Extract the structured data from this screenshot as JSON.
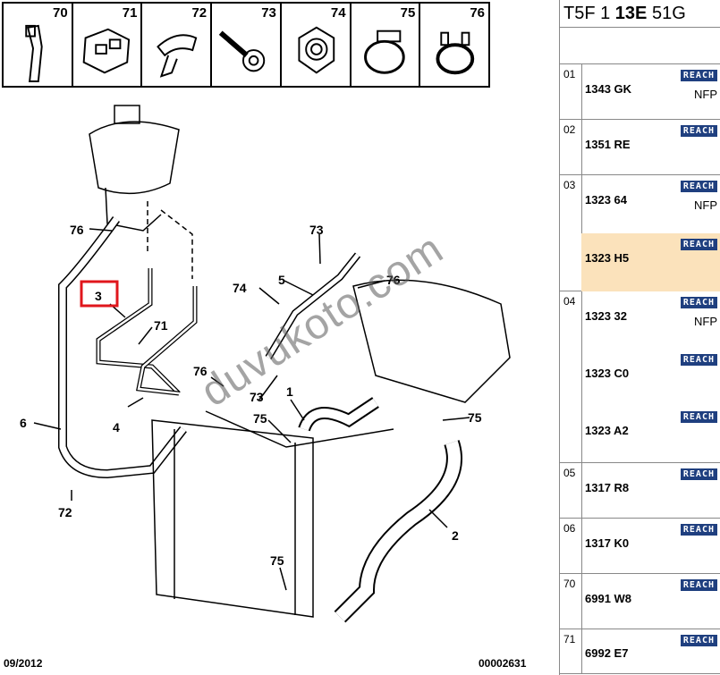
{
  "strip": [
    {
      "num": "70",
      "icon": "clip-icon"
    },
    {
      "num": "71",
      "icon": "bracket-icon"
    },
    {
      "num": "72",
      "icon": "hose-clip-icon"
    },
    {
      "num": "73",
      "icon": "bolt-icon"
    },
    {
      "num": "74",
      "icon": "nut-icon"
    },
    {
      "num": "75",
      "icon": "clamp-icon"
    },
    {
      "num": "76",
      "icon": "spring-clamp-icon"
    }
  ],
  "callouts": [
    "76",
    "3",
    "71",
    "4",
    "6",
    "72",
    "74",
    "5",
    "73",
    "76",
    "76",
    "73",
    "75",
    "1",
    "75",
    "2",
    "75"
  ],
  "footer_left": "09/2012",
  "footer_right": "00002631",
  "watermark": "duvukoto.com",
  "panel": {
    "head_a": "T5F 1 ",
    "head_b": "13E",
    "head_c": " 51G",
    "reach": "REACH",
    "nfp": "NFP",
    "groups": [
      {
        "num": "01",
        "entries": [
          {
            "ref": "1343 GK",
            "nfp": true
          }
        ]
      },
      {
        "num": "02",
        "entries": [
          {
            "ref": "1351 RE",
            "nfp": false
          }
        ]
      },
      {
        "num": "03",
        "entries": [
          {
            "ref": "1323 64",
            "nfp": true
          },
          {
            "ref": "1323 H5",
            "nfp": false
          }
        ]
      },
      {
        "num": "04",
        "entries": [
          {
            "ref": "1323 32",
            "nfp": true
          },
          {
            "ref": "1323 C0",
            "nfp": false
          },
          {
            "ref": "1323 A2",
            "nfp": false
          }
        ]
      },
      {
        "num": "05",
        "entries": [
          {
            "ref": "1317 R8",
            "nfp": false
          }
        ]
      },
      {
        "num": "06",
        "entries": [
          {
            "ref": "1317 K0",
            "nfp": false
          }
        ]
      },
      {
        "num": "70",
        "entries": [
          {
            "ref": "6991 W8",
            "nfp": false
          }
        ]
      },
      {
        "num": "71",
        "entries": [
          {
            "ref": "6992 E7",
            "nfp": false
          }
        ]
      }
    ]
  }
}
